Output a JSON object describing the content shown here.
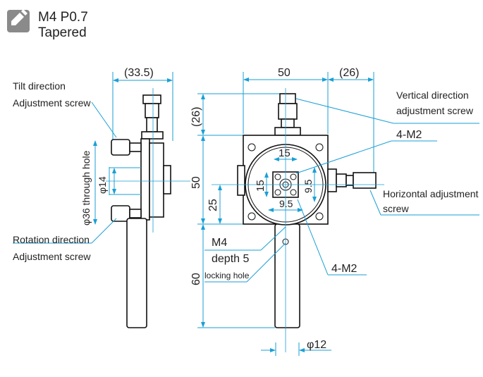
{
  "header": {
    "icon": "tapered-screw-icon",
    "line1": "M4 P0.7",
    "line2": "Tapered"
  },
  "side_view": {
    "dim_width": "(33.5)",
    "tilt_label_1": "Tilt direction",
    "tilt_label_2": "Adjustment screw",
    "rotation_label_1": "Rotation direction",
    "rotation_label_2": "Adjustment screw",
    "through_hole": "φ36 through hole",
    "dim_phi14": "φ14"
  },
  "front_view": {
    "dim_width": "50",
    "dim_knob": "(26)",
    "dim_top": "(26)",
    "dim_height": "50",
    "dim_center": "25",
    "dim_handle": "60",
    "dim_handle_dia": "φ12",
    "dim_15_h": "15",
    "dim_15_v": "15",
    "dim_95_h": "9.5",
    "dim_95_v": "9.5",
    "vertical_label_1": "Vertical direction",
    "vertical_label_2": "adjustment screw",
    "horizontal_label_1": "Horizontal adjustment",
    "horizontal_label_2": "screw",
    "m2_top": "4-M2",
    "m2_bottom": "4-M2",
    "m4": "M4",
    "depth": "depth 5",
    "locking": "locking hole"
  }
}
